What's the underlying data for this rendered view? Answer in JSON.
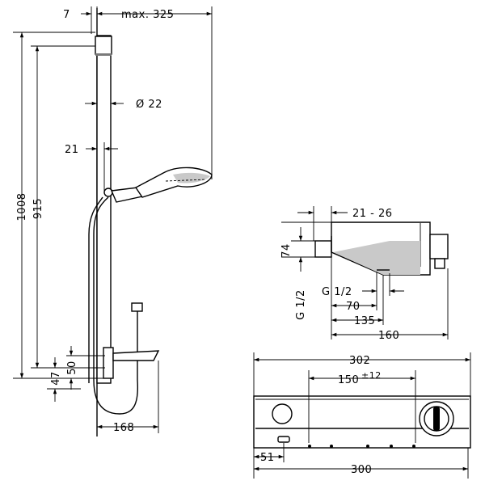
{
  "dimensions": {
    "d7": "7",
    "max325": "max. 325",
    "dia22": "Ø 22",
    "d21": "21",
    "d1008": "1008",
    "d915": "915",
    "d50": "50",
    "d47": "47",
    "d168": "168",
    "range21_26": "21 - 26",
    "d74": "74",
    "g12_vertical": "G 1/2",
    "g12": "G 1/2",
    "d70": "70",
    "d135": "135",
    "d160": "160",
    "d302": "302",
    "d150": "150",
    "tol12": "±12",
    "d51": "51",
    "d300": "300"
  }
}
